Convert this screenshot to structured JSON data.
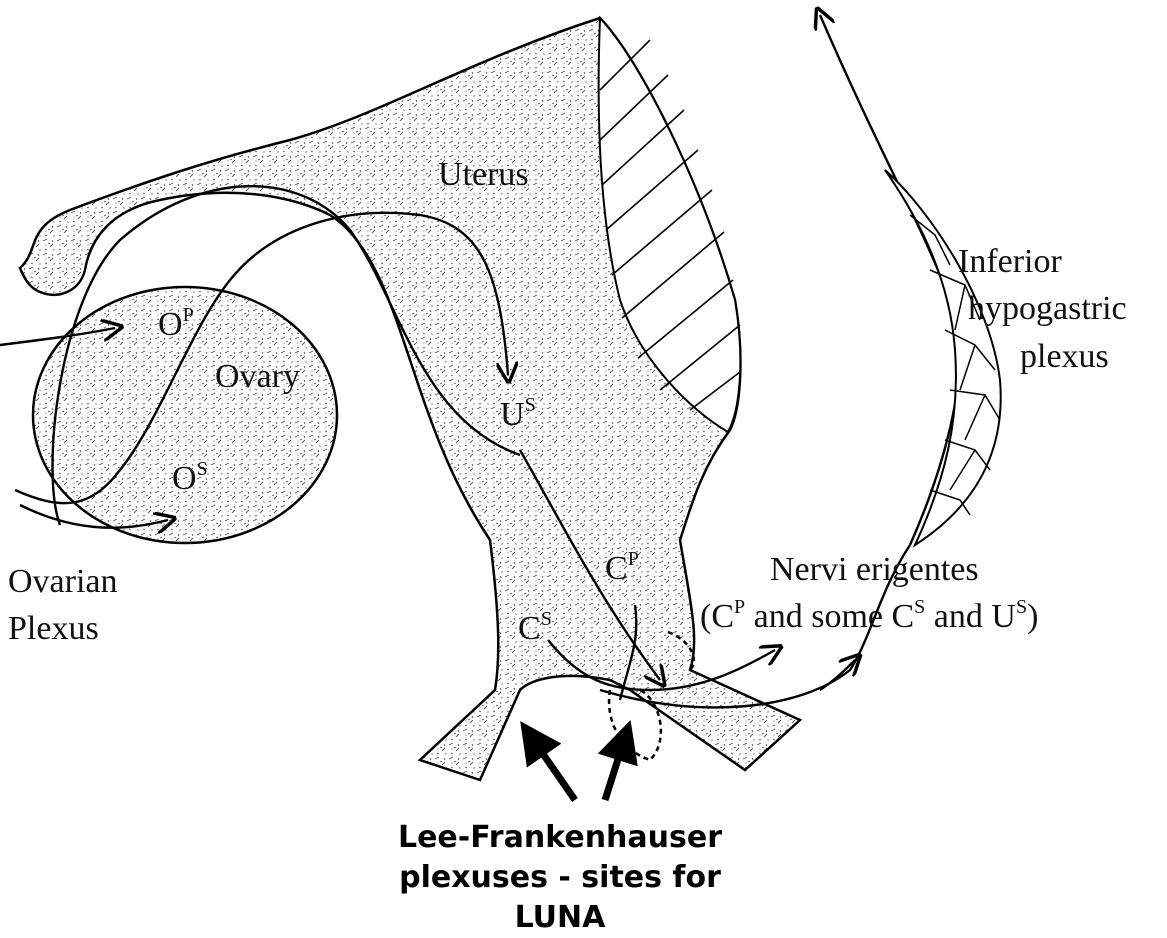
{
  "labels": {
    "uterus": "Uterus",
    "ovary": "Ovary",
    "ovarian_plexus_line1": "Ovarian",
    "ovarian_plexus_line2": "Plexus",
    "inferior_line1": "Inferior",
    "inferior_line2": "hypogastric",
    "inferior_line3": "plexus",
    "nervi_erigentes": "Nervi erigentes",
    "nerve_paren_open": "(C",
    "nerve_and_some": " and some C",
    "nerve_and": " and U",
    "nerve_paren_close": ")",
    "sup_p": "P",
    "sup_s": "S",
    "O": "O",
    "U": "U",
    "C": "C"
  },
  "caption": {
    "line1": "Lee-Frankenhauser",
    "line2": "plexuses - sites for",
    "line3": "LUNA"
  }
}
